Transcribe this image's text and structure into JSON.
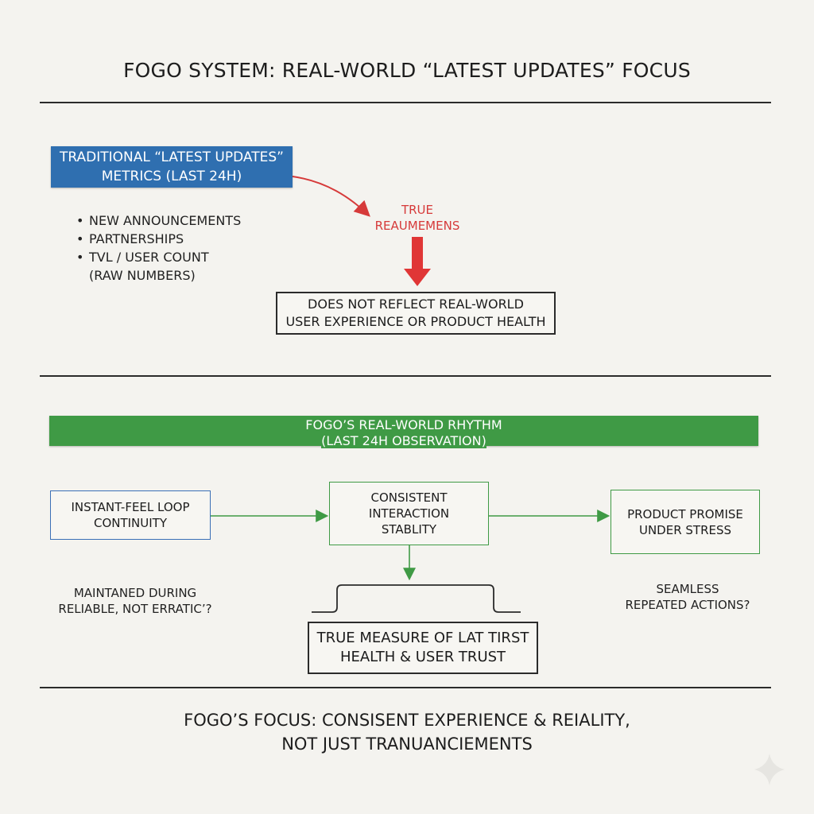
{
  "title": "FOGO SYSTEM: REAL-WORLD “LATEST UPDATES” FOCUS",
  "traditional": {
    "box_line1": "TRADITIONAL “LATEST UPDATES”",
    "box_line2": "METRICS (LAST 24H)",
    "bullets": [
      "NEW ANNOUNCEMENTS",
      "PARTNERSHIPS",
      "TVL / USER COUNT"
    ],
    "bullet_sub": "(RAW NUMBERS)",
    "true_label_line1": "TRUE",
    "true_label_line2": "REAUMEMENS",
    "verdict_line1": "DOES NOT REFLECT REAL-WORLD",
    "verdict_line2": "USER EXPERIENCE OR PRODUCT HEALTH"
  },
  "rhythm": {
    "bar_line1": "FOGO’S REAL-WORLD RHYTHM",
    "bar_line2": "(LAST 24H OBSERVATION)",
    "node_loop_line1": "INSTANT-FEEL LOOP",
    "node_loop_line2": "CONTINUITY",
    "node_stability_line1": "CONSISTENT",
    "node_stability_line2": "INTERACTION",
    "node_stability_line3": "STABLITY",
    "node_promise_line1": "PRODUCT PROMISE",
    "node_promise_line2": "UNDER STRESS",
    "note_left_line1": "MAINTANED DURING",
    "note_left_line2": "RELIABLE, NOT ERRATIC’?",
    "note_right_line1": "SEAMLESS",
    "note_right_line2": "REPEATED ACTIONS?",
    "measure_line1": "TRUE MEASURE OF LAT TIRST",
    "measure_line2": "HEALTH & USER TRUST"
  },
  "footer": {
    "line1": "FOGO’S FOCUS: CONSISENT EXPERIENCE & REIALITY,",
    "line2": "NOT JUST TRANUANCIEMENTS"
  },
  "colors": {
    "background": "#f4f3ef",
    "blue": "#2f6fb0",
    "green": "#3f9a45",
    "red": "#d63a3a",
    "ink": "#1c1c1c"
  },
  "icons": [
    "sparkle-icon"
  ]
}
